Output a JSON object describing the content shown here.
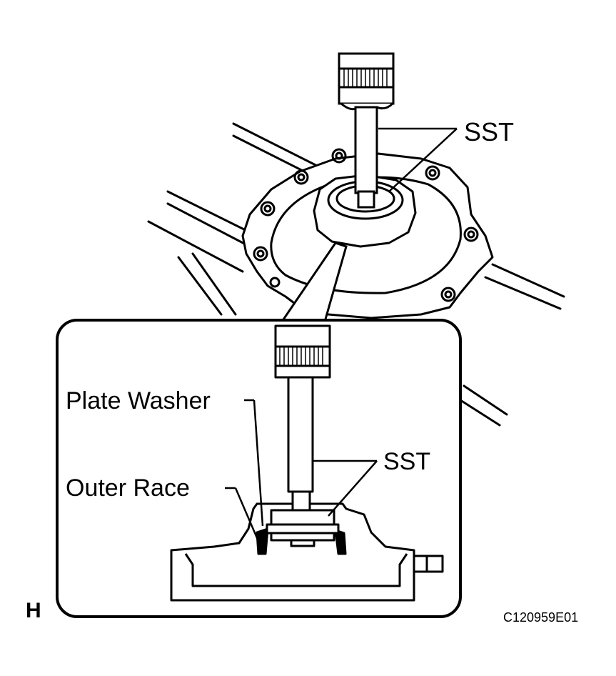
{
  "labels": {
    "sst_top": "SST",
    "plate_washer": "Plate Washer",
    "sst_inset": "SST",
    "outer_race": "Outer Race",
    "view_letter": "H",
    "figure_code": "C120959E01"
  },
  "colors": {
    "line": "#000000",
    "background": "#ffffff"
  }
}
